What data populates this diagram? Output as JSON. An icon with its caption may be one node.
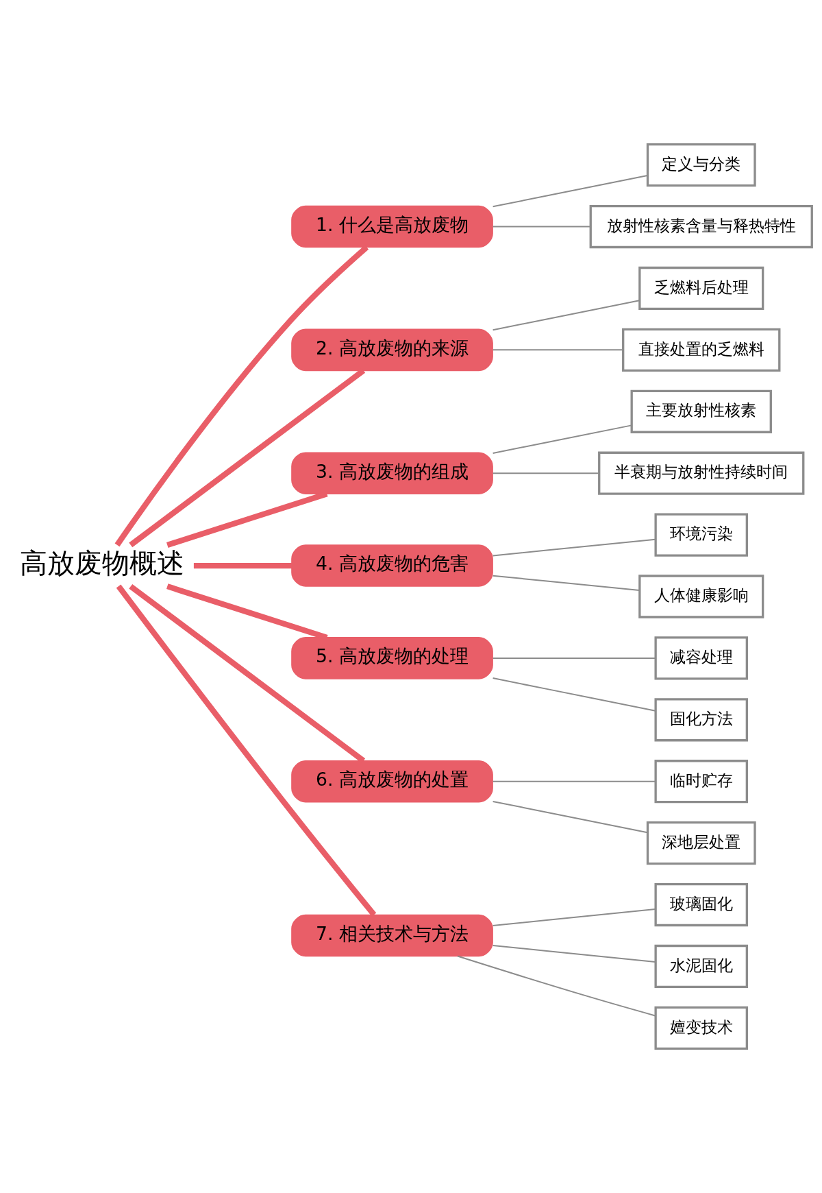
{
  "diagram": {
    "nodes": [
      {
        "text": [
          "高放废物概述"
        ]
      },
      {
        "text": [
          "1. 什么是高放废物"
        ]
      },
      {
        "text": [
          "定义与分类"
        ]
      },
      {
        "text": [
          "放射性核素含量与释热特性"
        ]
      },
      {
        "text": [
          "2. 高放废物的来源"
        ]
      },
      {
        "text": [
          "乏燃料后处理"
        ]
      },
      {
        "text": [
          "直接处置的乏燃料"
        ]
      },
      {
        "text": [
          "3. 高放废物的组成"
        ]
      },
      {
        "text": [
          "主要放射性核素"
        ]
      },
      {
        "text": [
          "半衰期与放射性持续时间"
        ]
      },
      {
        "text": [
          "4. 高放废物的危害"
        ]
      },
      {
        "text": [
          "环境污染"
        ]
      },
      {
        "text": [
          "人体健康影响"
        ]
      },
      {
        "text": [
          "5. 高放废物的处理"
        ]
      },
      {
        "text": [
          "减容处理"
        ]
      },
      {
        "text": [
          "固化方法"
        ]
      },
      {
        "text": [
          "6. 高放废物的处置"
        ]
      },
      {
        "text": [
          "临时贮存"
        ]
      },
      {
        "text": [
          "深地层处置"
        ]
      },
      {
        "text": [
          "7. 相关技术与方法"
        ]
      },
      {
        "text": [
          "玻璃固化"
        ]
      },
      {
        "text": [
          "水泥固化"
        ]
      },
      {
        "text": [
          "嬗变技术"
        ]
      }
    ],
    "edges": [
      {
        "from": 0,
        "to": 1,
        "arrow": "none",
        "style": "thick",
        "color": "#e95e68"
      },
      {
        "from": 1,
        "to": 2,
        "arrow": "none"
      },
      {
        "from": 1,
        "to": 3,
        "arrow": "none"
      },
      {
        "from": 0,
        "to": 4,
        "arrow": "none",
        "style": "thick",
        "color": "#e95e68"
      },
      {
        "from": 4,
        "to": 5,
        "arrow": "none"
      },
      {
        "from": 4,
        "to": 6,
        "arrow": "none"
      },
      {
        "from": 0,
        "to": 7,
        "arrow": "none",
        "style": "thick",
        "color": "#e95e68"
      },
      {
        "from": 7,
        "to": 8,
        "arrow": "none"
      },
      {
        "from": 7,
        "to": 9,
        "arrow": "none"
      },
      {
        "from": 0,
        "to": 10,
        "arrow": "none",
        "style": "thick",
        "color": "#e95e68"
      },
      {
        "from": 10,
        "to": 11,
        "arrow": "none"
      },
      {
        "from": 10,
        "to": 12,
        "arrow": "none"
      },
      {
        "from": 0,
        "to": 13,
        "arrow": "none",
        "style": "thick",
        "color": "#e95e68"
      },
      {
        "from": 13,
        "to": 14,
        "arrow": "none"
      },
      {
        "from": 13,
        "to": 15,
        "arrow": "none"
      },
      {
        "from": 0,
        "to": 16,
        "arrow": "none",
        "style": "thick",
        "color": "#e95e68"
      },
      {
        "from": 16,
        "to": 17,
        "arrow": "none"
      },
      {
        "from": 16,
        "to": 18,
        "arrow": "none"
      },
      {
        "from": 0,
        "to": 19,
        "arrow": "none",
        "style": "thick",
        "color": "#e95e68"
      },
      {
        "from": 19,
        "to": 20,
        "arrow": "none"
      },
      {
        "from": 19,
        "to": 21,
        "arrow": "none"
      },
      {
        "from": 19,
        "to": 22,
        "arrow": "none"
      }
    ]
  }
}
